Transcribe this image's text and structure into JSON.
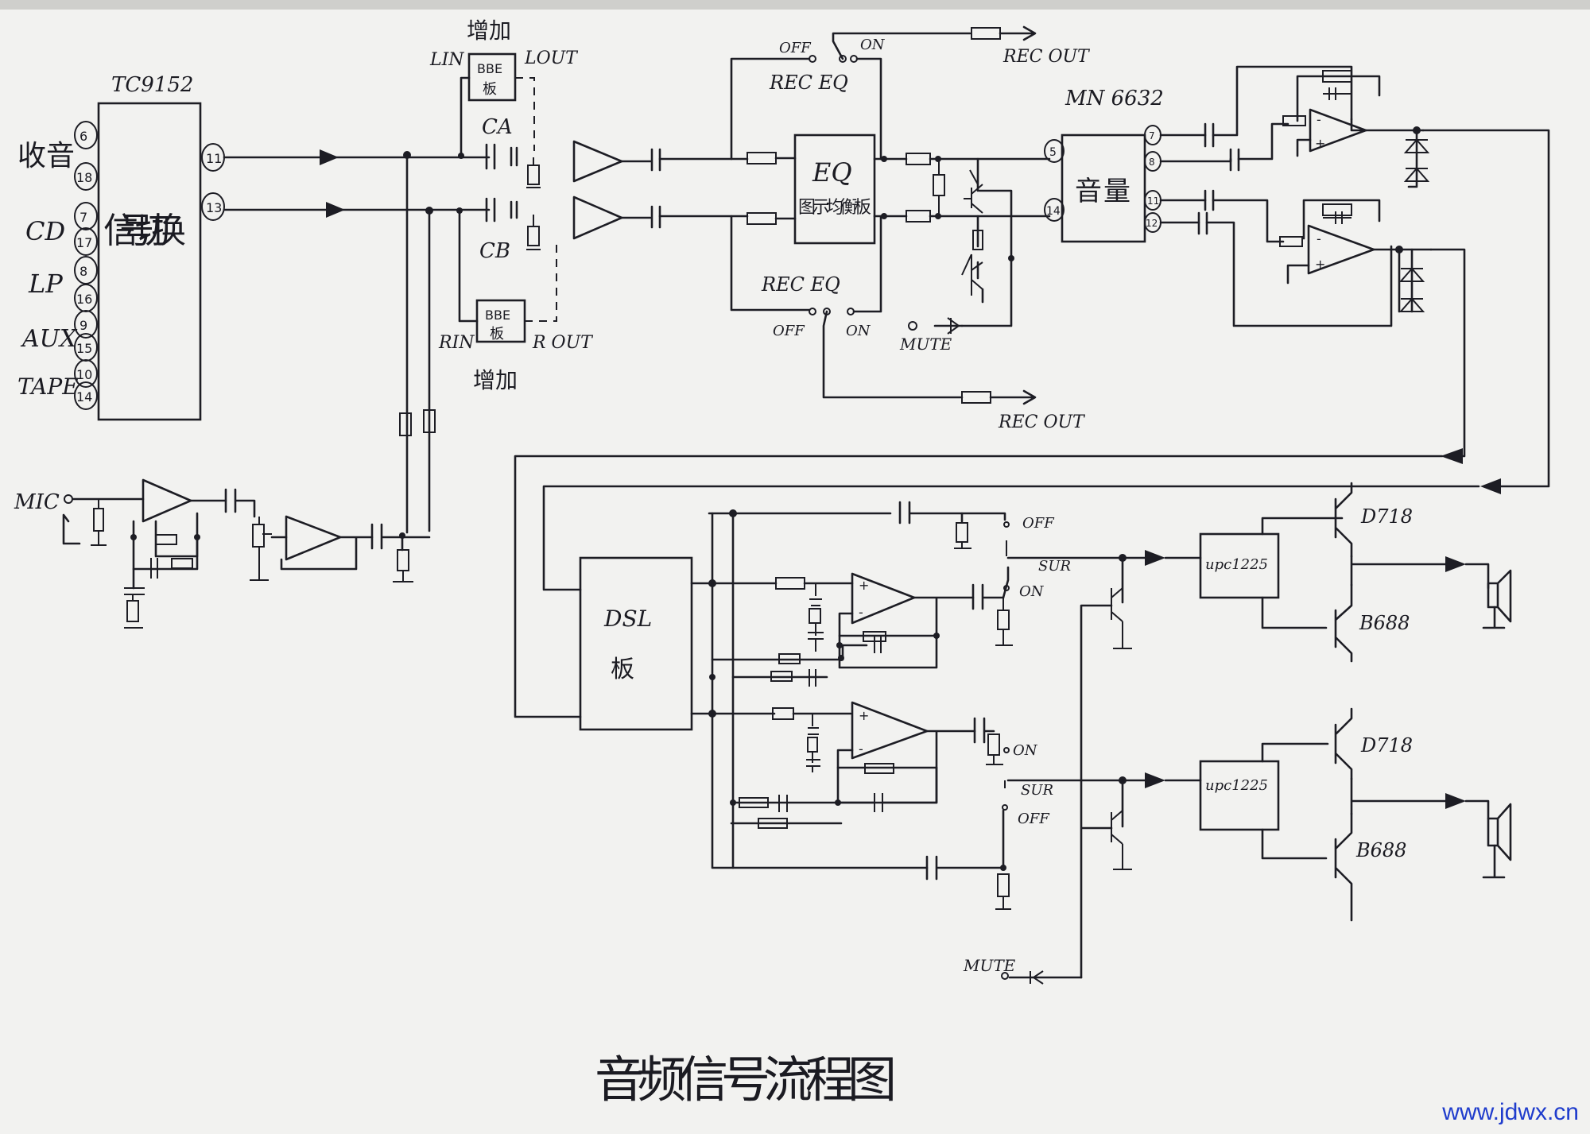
{
  "labels": {
    "tc9152": "TC9152",
    "switch_board": "信号切换",
    "inputs": [
      "收音",
      "CD",
      "LP",
      "AUX",
      "TAPE"
    ],
    "pins_left": [
      "6",
      "18",
      "7",
      "17",
      "8",
      "16",
      "9",
      "15",
      "10",
      "14"
    ],
    "pin_out_l": "11",
    "pin_out_r": "13",
    "mic": "MIC",
    "bbe_top_label": "增加",
    "bbe_bottom_label": "增加",
    "bbe_board": "BBE\n板",
    "lin": "LIN",
    "lout": "LOUT",
    "rin": "RIN",
    "rout": "R OUT",
    "ca": "CA",
    "cb": "CB",
    "off": "OFF",
    "on": "ON",
    "rec_eq": "REC EQ",
    "rec_out": "REC OUT",
    "eq": "EQ",
    "eq_sub": "图示均衡板",
    "mute": "MUTE",
    "mn6632": "MN 6632",
    "volume": "音量",
    "mn_pins_in": [
      "5",
      "14"
    ],
    "mn_pins_out": [
      "7",
      "8",
      "11",
      "12"
    ],
    "dsl": "DSL\n板",
    "sur": "SUR",
    "upc1225": "upc1225",
    "d718": "D718",
    "b688": "B688",
    "title": "音频信号流程图"
  },
  "watermark": "www.jdwx.cn",
  "colors": {
    "ink": "#1d1d24",
    "paper": "#f4f4f2",
    "watermark": "#1f3ccc"
  }
}
